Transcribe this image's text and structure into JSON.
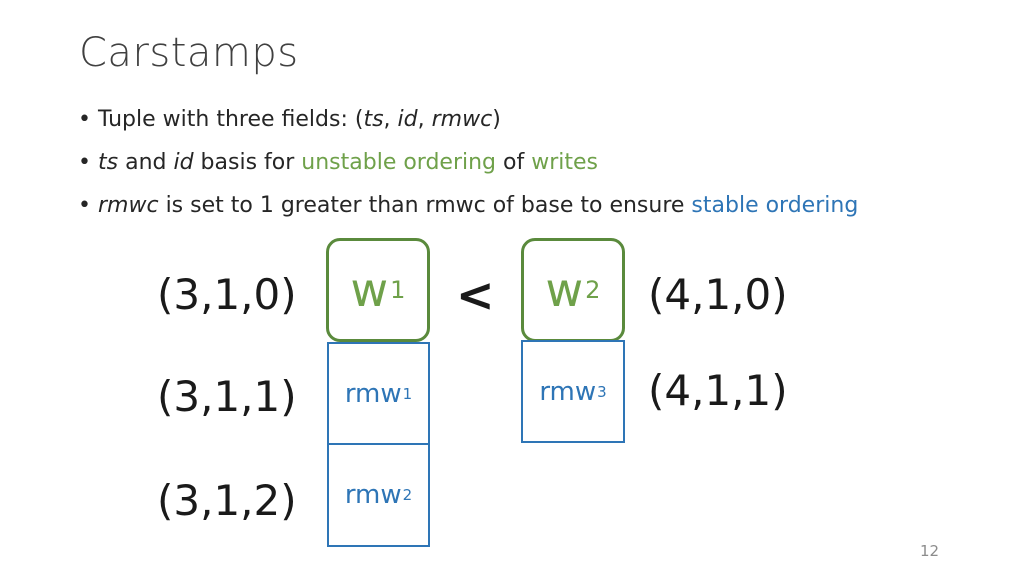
{
  "slide": {
    "title": "Carstamps",
    "page_number": "12"
  },
  "bullets": {
    "b1": {
      "pre": "Tuple with three fields: (",
      "ts": "ts",
      "sep1": ", ",
      "id": "id",
      "sep2": ", ",
      "rmwc": "rmwc",
      "post": ")"
    },
    "b2": {
      "ts": "ts",
      "and": " and ",
      "id": "id",
      "basis": " basis for ",
      "unstable": "unstable ordering",
      "of": " of ",
      "writes": "writes"
    },
    "b3": {
      "rmwc": "rmwc",
      "rest": " is set to 1 greater than rmwc of base to ensure ",
      "stable": "stable ordering"
    }
  },
  "diagram": {
    "tuples": {
      "t310": "(3,1,0)",
      "t311": "(3,1,1)",
      "t312": "(3,1,2)",
      "t410": "(4,1,0)",
      "t411": "(4,1,1)"
    },
    "writes": {
      "w1_label": "w",
      "w1_sub": "1",
      "w2_label": "w",
      "w2_sub": "2"
    },
    "rmws": {
      "r1_label": "rmw",
      "r1_sub": "1",
      "r2_label": "rmw",
      "r2_sub": "2",
      "r3_label": "rmw",
      "r3_sub": "3"
    },
    "less_than": "<"
  },
  "colors": {
    "green_accent": "#6fa14a",
    "green_border": "#5a8a3c",
    "blue_accent": "#2e75b6"
  }
}
